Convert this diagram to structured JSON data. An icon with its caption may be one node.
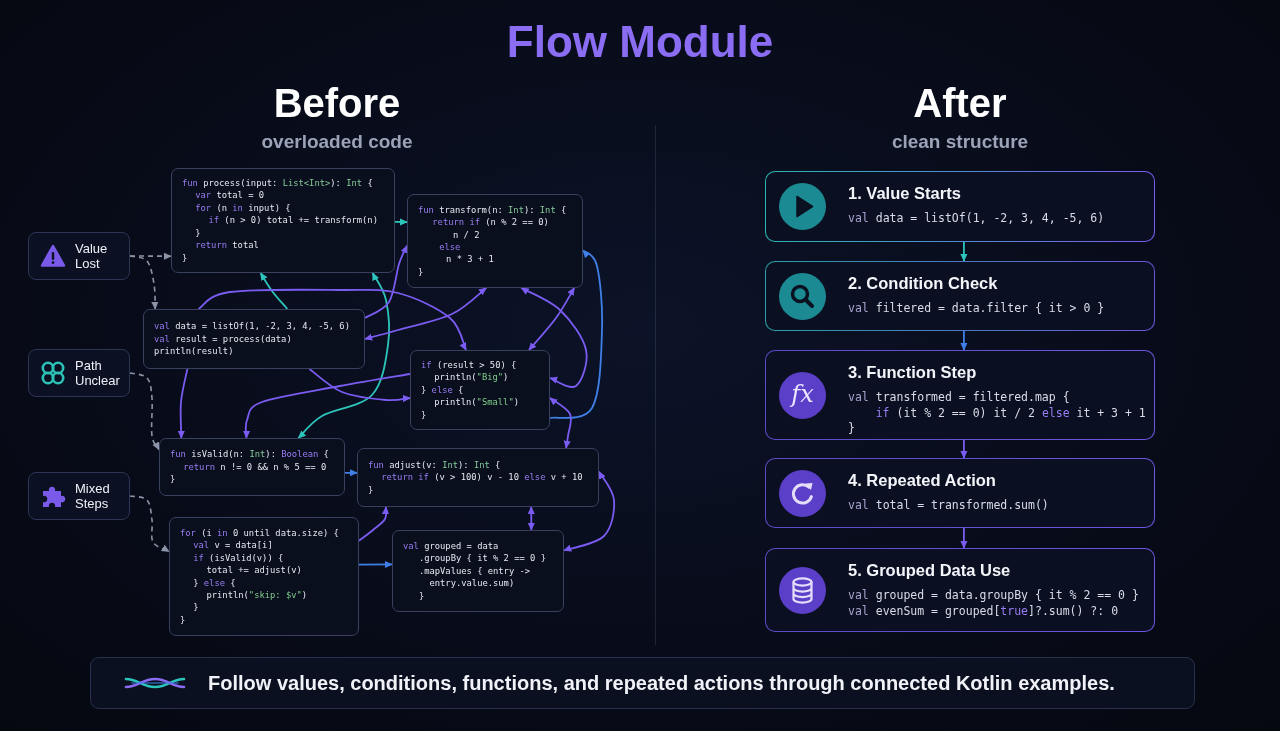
{
  "diagram": {
    "title": "Flow Module",
    "nodes": [
      {
        "text": [
          "Value Lost"
        ]
      },
      {
        "text": [
          "fun process(input: List<Int>): Int {",
          "var total = 0",
          "for (n in input) {",
          "if (n > 0) total += transform(n)",
          "}",
          "return total",
          "}"
        ]
      },
      {
        "text": [
          "fun transform(n: Int): Int {",
          "return if (n % 2 == 0)",
          "n / 2",
          "else",
          "n * 3 + 1",
          "}"
        ]
      },
      {
        "text": [
          "val data = listOf(1, -2, 3, 4, -5, 6)",
          "val result = process(data)",
          "println(result)"
        ]
      },
      {
        "text": [
          "Path Unclear"
        ]
      },
      {
        "text": [
          "if (result > 50) {",
          "println(\"Big\")",
          "} else {",
          "println(\"Small\")",
          "}"
        ]
      },
      {
        "text": [
          "fun isValid(n: Int): Boolean {",
          "return n != 0 && n % 5 == 0",
          "}"
        ]
      },
      {
        "text": [
          "fun adjust(v: Int): Int {",
          "return if (v > 100) v - 10 else v + 10",
          "}"
        ]
      },
      {
        "text": [
          "Mixed Steps"
        ]
      },
      {
        "text": [
          "for (i in 0 until data.size) {",
          "val v = data[i]",
          "if (isValid(v)) {",
          "total += adjust(v)",
          "} else {",
          "println(\"skip: $v\")",
          "}",
          "}"
        ]
      },
      {
        "text": [
          "val grouped = data",
          ".groupBy { it % 2 == 0 }",
          ".mapValues { entry ->",
          "entry.value.sum)",
          "}"
        ]
      },
      {
        "text": [
          "1. Value Starts",
          "val data = listOf(1, -2, 3, 4, -5, 6)"
        ]
      },
      {
        "text": [
          "2. Condition Check",
          "val filtered = data.filter { it > 0 }"
        ]
      },
      {
        "text": [
          "fx",
          "3. Function Step",
          "val transformed = filtered.map {",
          "if (it % 2 == 0) it / 2 else it + 3 + 1",
          "}"
        ]
      },
      {
        "text": [
          "4. Repeated Action",
          "val total = transformed.sum()"
        ]
      },
      {
        "text": [
          "5. Grouped Data Use",
          "val grouped = data.groupBy { it % 2 == 0 }",
          "val evenSum = grouped[true]?.sum() ?: 0"
        ]
      },
      {
        "text": [
          "Follow **values**, **conditions**, **functions**, and **repeated actions** through connected Kotlin examples."
        ]
      }
    ],
    "edges": [
      {
        "from": 0,
        "to": 1,
        "arrow": "to",
        "style": "dashed",
        "color": "#8b93a7"
      },
      {
        "from": 0,
        "to": 3,
        "arrow": "to",
        "style": "dashed",
        "color": "#8b93a7"
      },
      {
        "from": 4,
        "to": 6,
        "arrow": "to",
        "style": "dashed",
        "color": "#8b93a7"
      },
      {
        "from": 8,
        "to": 9,
        "arrow": "to",
        "style": "dashed",
        "color": "#8b93a7"
      },
      {
        "from": 1,
        "to": 2,
        "arrow": "to",
        "color": "#2cc4bb"
      },
      {
        "from": 3,
        "to": 1,
        "arrow": "to",
        "color": "#2cc4bb"
      },
      {
        "from": 1,
        "to": 6,
        "arrow": "both",
        "color": "#2cc4bb"
      },
      {
        "from": 3,
        "to": 2,
        "arrow": "both"
      },
      {
        "from": 3,
        "to": 2,
        "arrow": "to"
      },
      {
        "from": 3,
        "to": 5,
        "arrow": "to"
      },
      {
        "from": 2,
        "to": 5,
        "arrow": "both"
      },
      {
        "from": 2,
        "to": 5,
        "arrow": "both"
      },
      {
        "from": 5,
        "to": 2,
        "arrow": "to",
        "color": "#3f7fe6"
      },
      {
        "from": 5,
        "to": 7,
        "arrow": "both"
      },
      {
        "from": 7,
        "to": 10,
        "arrow": "both"
      },
      {
        "from": 7,
        "to": 10,
        "arrow": "both"
      },
      {
        "from": 9,
        "to": 10,
        "arrow": "to",
        "color": "#3f7fe6"
      },
      {
        "from": 9,
        "to": 7,
        "arrow": "to"
      },
      {
        "from": 6,
        "to": 7,
        "arrow": "to",
        "color": "#3f7fe6"
      },
      {
        "from": 3,
        "to": 6,
        "arrow": "to"
      },
      {
        "from": 5,
        "to": 6,
        "arrow": "to"
      },
      {
        "from": 3,
        "to": 5,
        "arrow": "to"
      },
      {
        "from": 11,
        "to": 12,
        "arrow": "to",
        "color": "#2cc4bb"
      },
      {
        "from": 12,
        "to": 13,
        "arrow": "to",
        "color": "#3f7fe6"
      },
      {
        "from": 13,
        "to": 14,
        "arrow": "to"
      },
      {
        "from": 14,
        "to": 15,
        "arrow": "to"
      }
    ],
    "labels": [
      "Before",
      "overloaded code",
      "After",
      "clean structure"
    ]
  }
}
